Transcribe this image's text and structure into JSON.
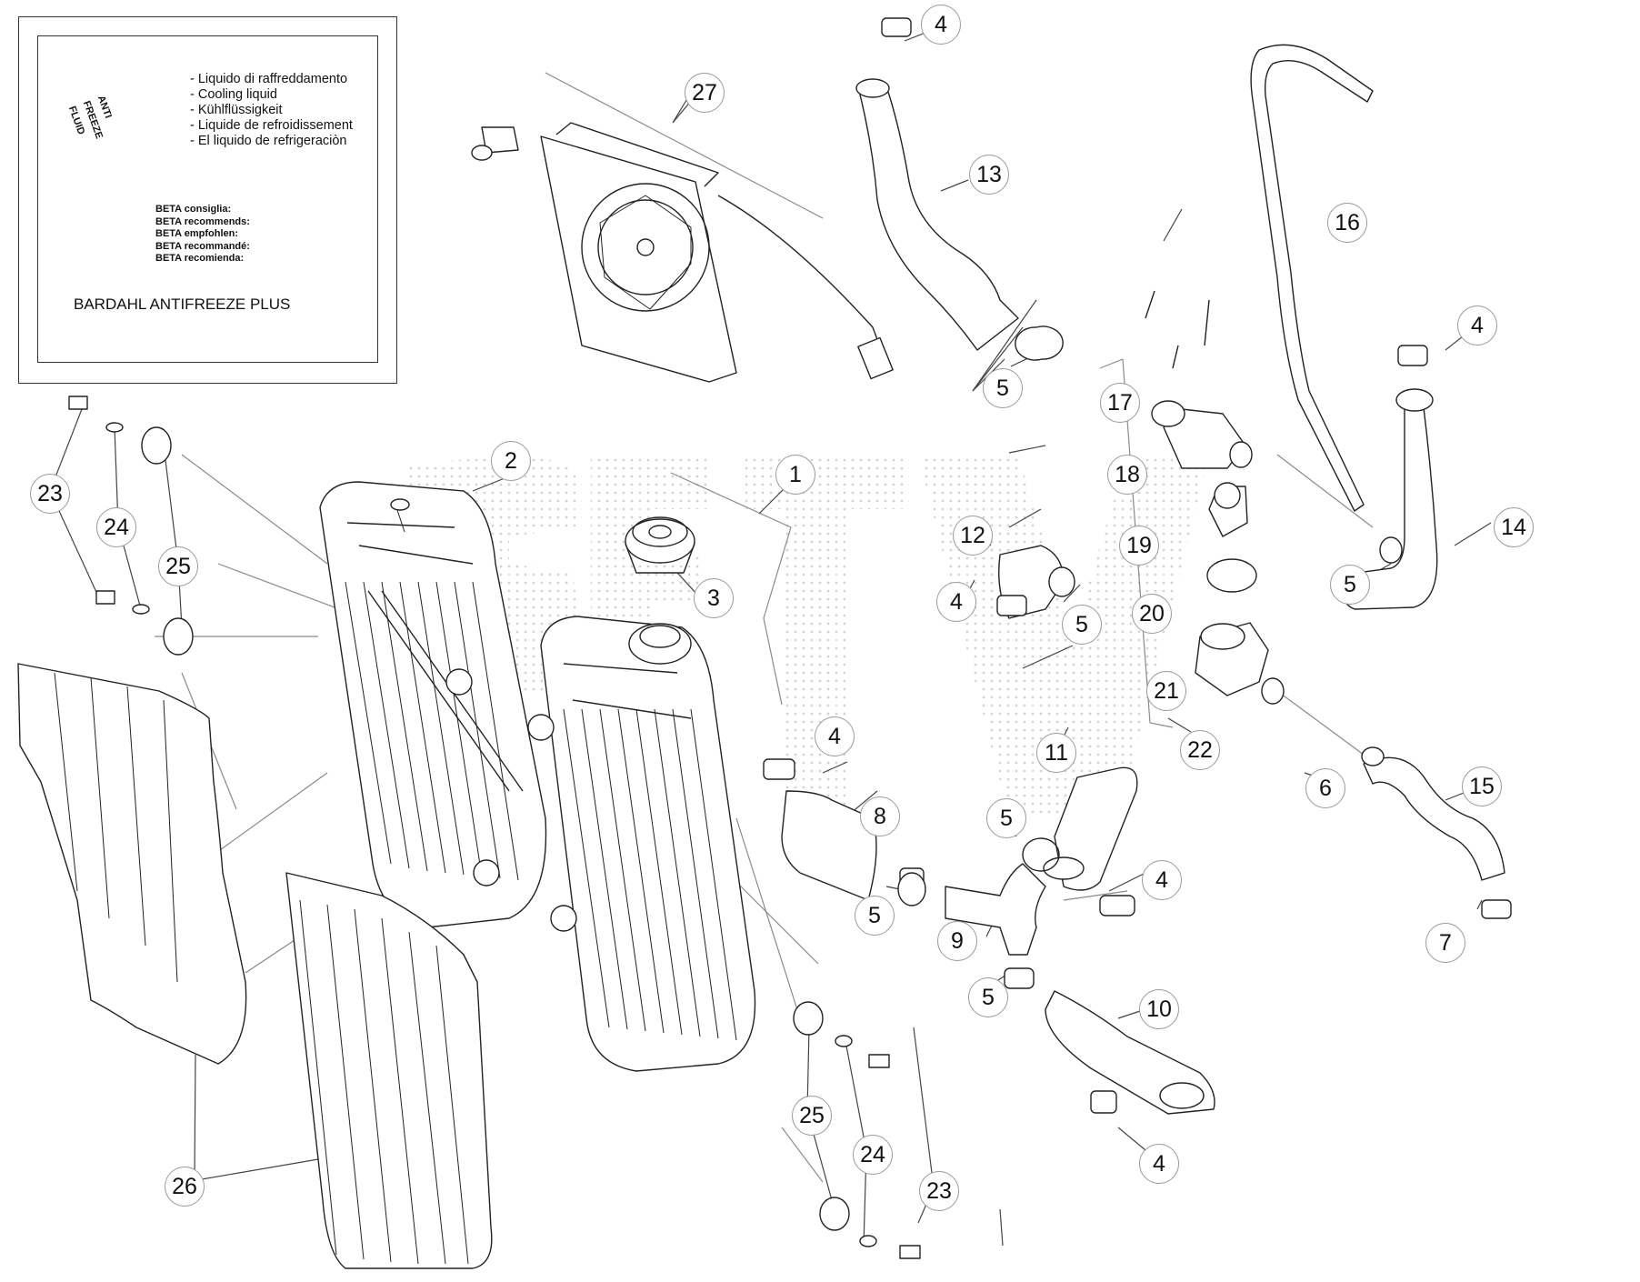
{
  "info_box": {
    "can_label": "ANTI FREEZE FLUID",
    "coolant_names": [
      "- Liquido di raffreddamento",
      "- Cooling liquid",
      "- Kühlflüssigkeit",
      "- Liquide de refroidissement",
      "- El liquido de refrigeraciòn"
    ],
    "recommends": [
      "BETA consiglia:",
      "BETA recommends:",
      "BETA empfohlen:",
      "BETA recommandé:",
      "BETA recomienda:"
    ],
    "product": "BARDAHL ANTIFREEZE PLUS"
  },
  "callouts": [
    {
      "label": "1"
    },
    {
      "label": "2"
    },
    {
      "label": "3"
    },
    {
      "label": "4"
    },
    {
      "label": "4"
    },
    {
      "label": "4"
    },
    {
      "label": "4"
    },
    {
      "label": "4"
    },
    {
      "label": "4"
    },
    {
      "label": "5"
    },
    {
      "label": "5"
    },
    {
      "label": "5"
    },
    {
      "label": "5"
    },
    {
      "label": "5"
    },
    {
      "label": "5"
    },
    {
      "label": "6"
    },
    {
      "label": "7"
    },
    {
      "label": "8"
    },
    {
      "label": "9"
    },
    {
      "label": "10"
    },
    {
      "label": "11"
    },
    {
      "label": "12"
    },
    {
      "label": "13"
    },
    {
      "label": "14"
    },
    {
      "label": "15"
    },
    {
      "label": "16"
    },
    {
      "label": "17"
    },
    {
      "label": "18"
    },
    {
      "label": "19"
    },
    {
      "label": "20"
    },
    {
      "label": "21"
    },
    {
      "label": "22"
    },
    {
      "label": "23"
    },
    {
      "label": "23"
    },
    {
      "label": "24"
    },
    {
      "label": "24"
    },
    {
      "label": "25"
    },
    {
      "label": "25"
    },
    {
      "label": "26"
    },
    {
      "label": "27"
    }
  ],
  "colors": {
    "line": "#222222",
    "leader": "#8a8a8a",
    "watermark": "#d0d0d0"
  }
}
